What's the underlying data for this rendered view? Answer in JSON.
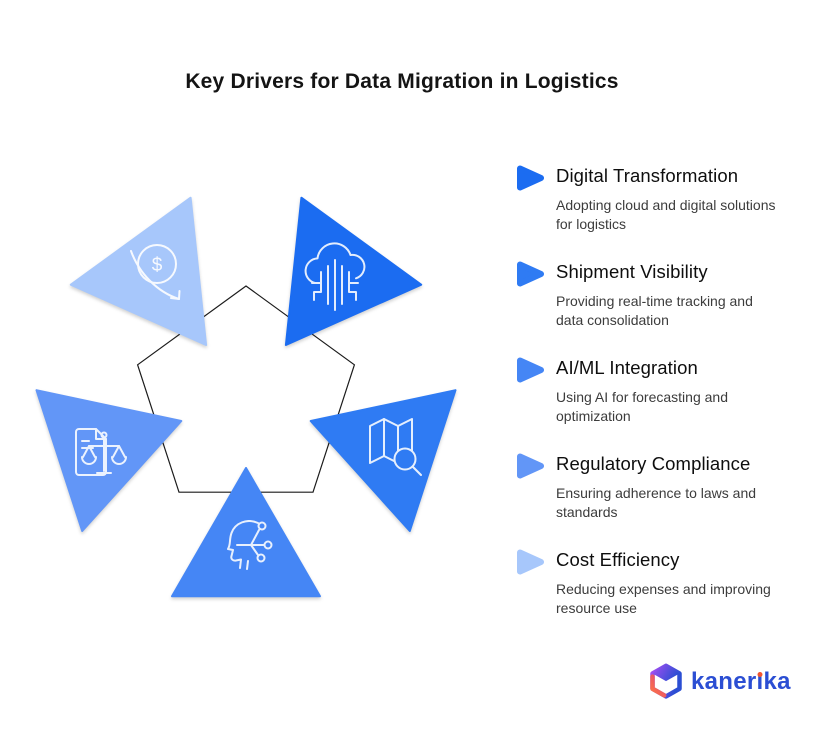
{
  "title": "Key Drivers for Data Migration in Logistics",
  "legend": {
    "items": [
      {
        "label": "Digital Transformation",
        "description": "Adopting cloud and digital solutions for logistics",
        "color": "#1b6cf1",
        "icon": "cloud-circuit-icon"
      },
      {
        "label": "Shipment Visibility",
        "description": "Providing real-time tracking and data consolidation",
        "color": "#2f7bf3",
        "icon": "map-search-icon"
      },
      {
        "label": "AI/ML Integration",
        "description": "Using AI for forecasting and optimization",
        "color": "#4586f5",
        "icon": "head-circuit-icon"
      },
      {
        "label": "Regulatory Compliance",
        "description": "Ensuring adherence to laws and standards",
        "color": "#6296f7",
        "icon": "document-scales-icon"
      },
      {
        "label": "Cost Efficiency",
        "description": "Reducing expenses and improving resource use",
        "color": "#a7c7fb",
        "icon": "dollar-decline-icon"
      }
    ]
  },
  "diagram": {
    "pentagon_outline_color": "#1b1b1b",
    "icon_stroke_color": "#ffffff",
    "dollar_glyph": "$"
  },
  "footer": {
    "brand": "kanerika",
    "wordmark_color": "#2b4ed3",
    "dot_color": "#f4542e",
    "logo_gradient_start": "#a44df2",
    "logo_gradient_end": "#2b4ed3",
    "logo_accent": "#ff7742"
  }
}
